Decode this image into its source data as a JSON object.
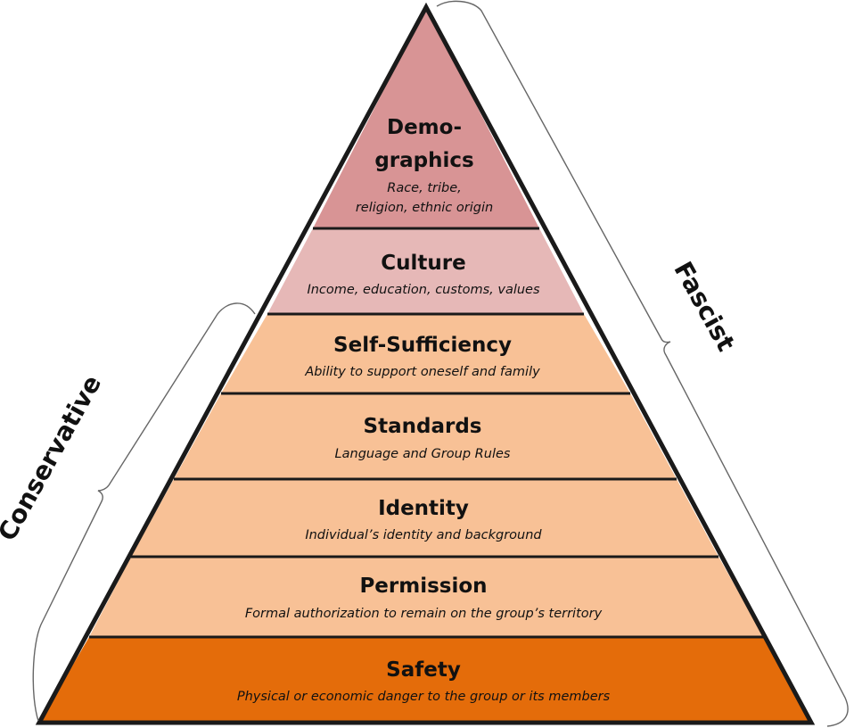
{
  "tiers": [
    {
      "title": "Demo-",
      "title_line2": "graphics",
      "subtitle": "Race, tribe,",
      "subtitle_line2": "religion, ethnic origin",
      "color": "#d89495"
    },
    {
      "title": "Culture",
      "subtitle": "Income, education, customs, values",
      "color": "#e6b8b7"
    },
    {
      "title": "Self-Sufficiency",
      "subtitle": "Ability to support oneself and family",
      "color": "#f8c196"
    },
    {
      "title": "Standards",
      "subtitle": "Language and Group Rules",
      "color": "#f8c196"
    },
    {
      "title": "Identity",
      "subtitle": "Individual’s identity and background",
      "color": "#f8c196"
    },
    {
      "title": "Permission",
      "subtitle": "Formal authorization to remain on the group’s territory",
      "color": "#f8c196"
    },
    {
      "title": "Safety",
      "subtitle": "Physical or economic danger to the group or its members",
      "color": "#e46c0a"
    }
  ],
  "braces": {
    "fascist": "Fascist",
    "conservative": "Conservative"
  },
  "colors": {
    "outline": "#1a1a1a",
    "brace": "#666666"
  }
}
